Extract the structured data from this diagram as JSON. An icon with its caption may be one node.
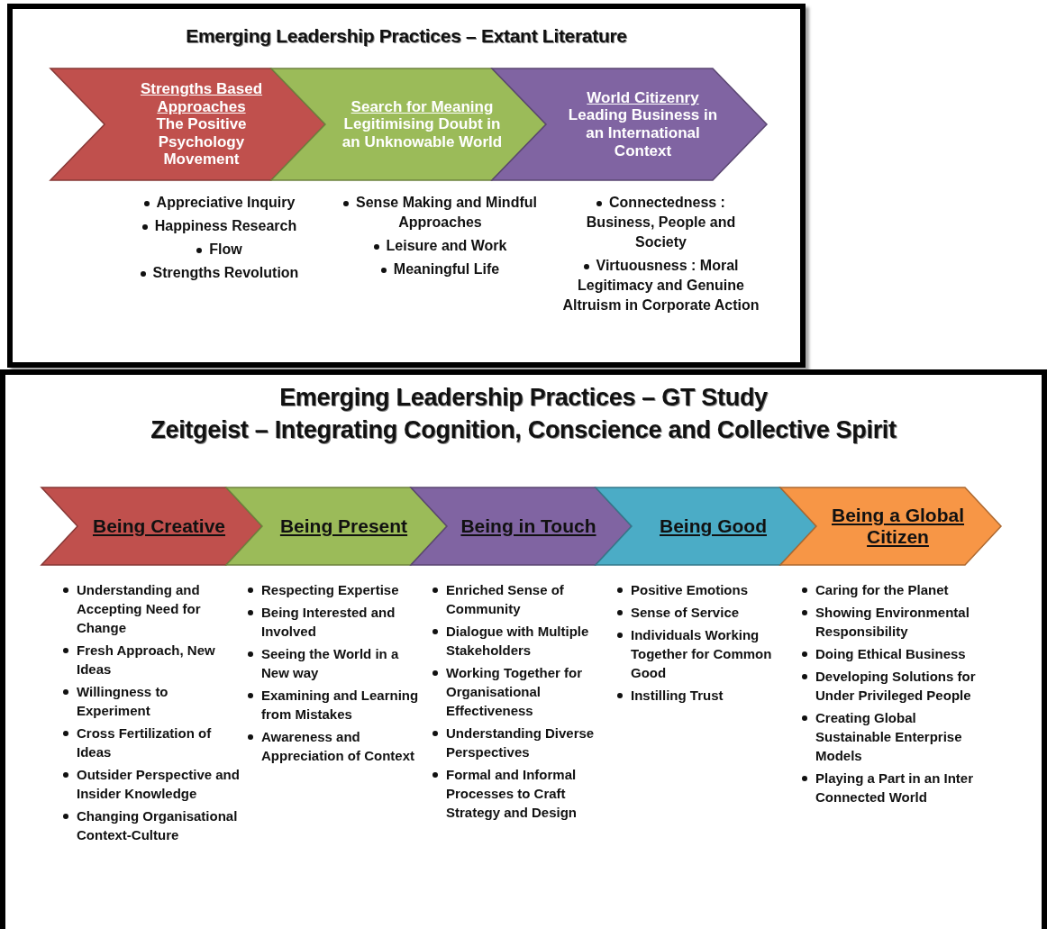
{
  "diagram": {
    "nodes": [
      {
        "text": [
          "Emerging Leadership Practices – Extant Literature"
        ]
      },
      {
        "text": [
          "Strengths Based Approaches",
          "The Positive Psychology Movement"
        ],
        "in": 0,
        "beside": [
          "Appreciative Inquiry",
          "Happiness Research",
          "Flow",
          "Strengths Revolution"
        ]
      },
      {
        "text": [
          "Search for Meaning",
          "Legitimising Doubt in an Unknowable World"
        ],
        "in": 0,
        "beside": [
          "Sense Making and Mindful Approaches",
          "Leisure and Work",
          "Meaningful Life"
        ]
      },
      {
        "text": [
          "World Citizenry",
          "Leading Business in an International Context"
        ],
        "in": 0,
        "beside": [
          "Connectedness : Business, People and Society",
          "Virtuousness : Moral Legitimacy and Genuine Altruism in Corporate Action"
        ]
      },
      {
        "text": [
          "Emerging Leadership Practices – GT Study",
          "Zeitgeist – Integrating Cognition, Conscience and Collective Spirit"
        ]
      },
      {
        "text": [
          "Being Creative"
        ],
        "in": 4,
        "beside": [
          "Understanding and Accepting Need for Change",
          "Fresh Approach, New Ideas",
          "Willingness to Experiment",
          "Cross Fertilization of Ideas",
          "Outsider Perspective and Insider Knowledge",
          "Changing Organisational Context-Culture"
        ]
      },
      {
        "text": [
          "Being Present"
        ],
        "in": 4,
        "beside": [
          "Respecting Expertise",
          "Being Interested and Involved",
          "Seeing the World in a New way",
          "Examining and Learning from Mistakes",
          "Awareness and Appreciation of Context"
        ]
      },
      {
        "text": [
          "Being in Touch"
        ],
        "in": 4,
        "beside": [
          "Enriched Sense of Community",
          "Dialogue with Multiple Stakeholders",
          "Working Together for Organisational Effectiveness",
          "Understanding Diverse Perspectives",
          "Formal and Informal Processes to Craft Strategy and Design"
        ]
      },
      {
        "text": [
          "Being Good"
        ],
        "in": 4,
        "beside": [
          "Positive Emotions",
          "Sense of Service",
          "Individuals Working Together for Common Good",
          "Instilling Trust"
        ]
      },
      {
        "text": [
          "Being a Global Citizen"
        ],
        "in": 4,
        "beside": [
          "Caring for the Planet",
          "Showing Environmental Responsibility",
          "Doing Ethical Business",
          "Developing Solutions for Under Privileged People",
          "Creating Global Sustainable Enterprise Models",
          "Playing a Part in an Inter Connected World"
        ]
      }
    ]
  }
}
